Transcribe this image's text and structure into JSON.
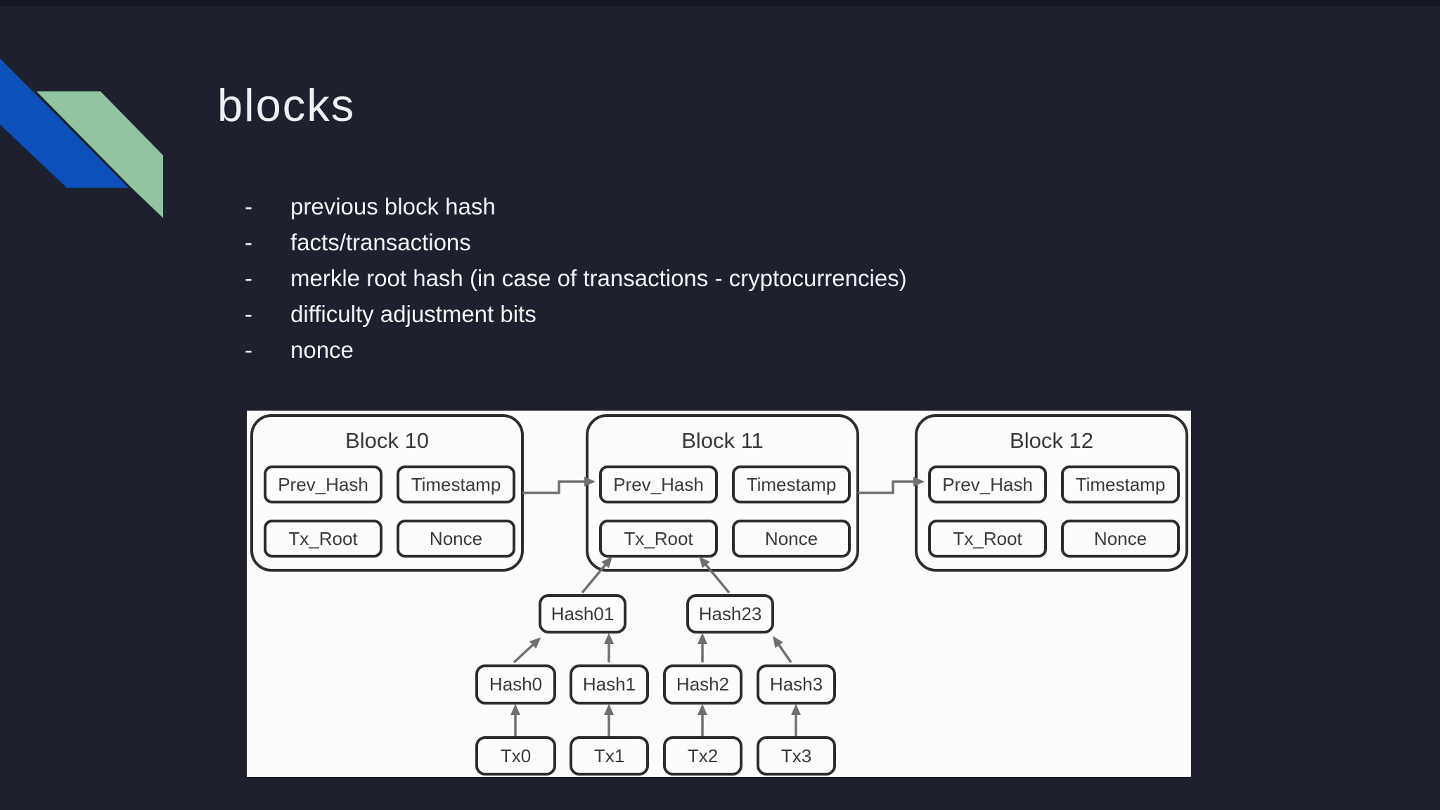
{
  "slide": {
    "title": "blocks",
    "bullet_marker": "-",
    "bullets": [
      "previous block hash",
      "facts/transactions",
      "merkle root hash (in case of transactions - cryptocurrencies)",
      "difficulty adjustment bits",
      "nonce"
    ]
  },
  "colors": {
    "background": "#1d212e",
    "ribbon_blue": "#0d50ba",
    "ribbon_green": "#90c5a0",
    "diagram_background": "#fbfbfb",
    "box_border": "#2d2d2d",
    "arrow_gray": "#6f6f6f",
    "title_text": "#eef1f4",
    "body_text": "#f2f4f6",
    "diagram_text": "#3a3a3a"
  },
  "diagram": {
    "blocks": [
      {
        "title": "Block 10",
        "fields": [
          "Prev_Hash",
          "Timestamp",
          "Tx_Root",
          "Nonce"
        ]
      },
      {
        "title": "Block 11",
        "fields": [
          "Prev_Hash",
          "Timestamp",
          "Tx_Root",
          "Nonce"
        ]
      },
      {
        "title": "Block 12",
        "fields": [
          "Prev_Hash",
          "Timestamp",
          "Tx_Root",
          "Nonce"
        ]
      }
    ],
    "merkle": {
      "parents": [
        "Hash01",
        "Hash23"
      ],
      "leaves": [
        "Hash0",
        "Hash1",
        "Hash2",
        "Hash3"
      ],
      "transactions": [
        "Tx0",
        "Tx1",
        "Tx2",
        "Tx3"
      ]
    }
  }
}
